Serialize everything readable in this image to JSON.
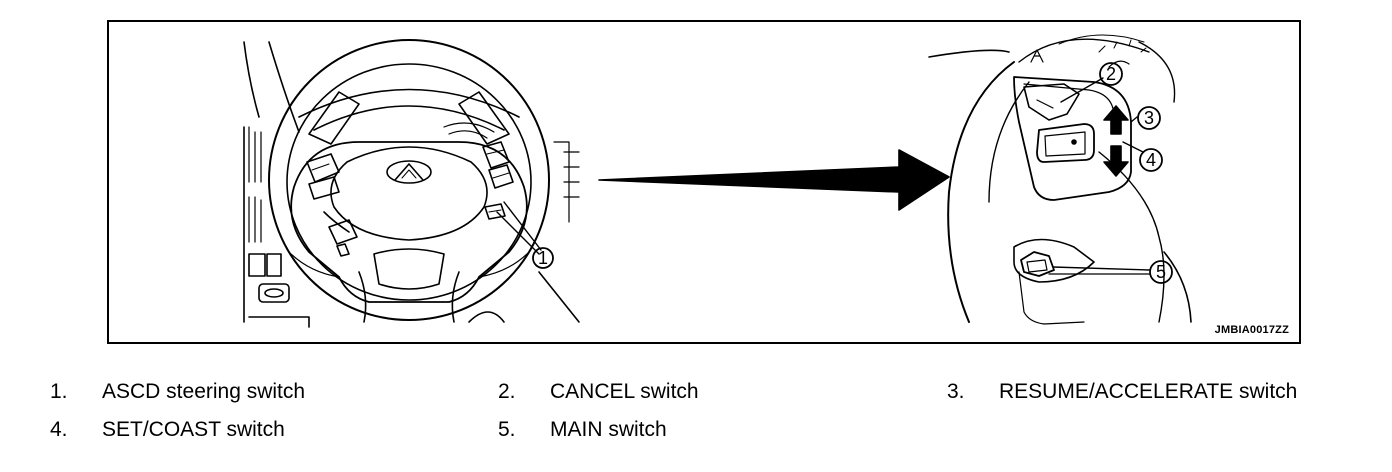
{
  "figure": {
    "id_label": "JMBIA0017ZZ",
    "callouts": [
      "1",
      "2",
      "3",
      "4",
      "5"
    ]
  },
  "legend": [
    {
      "number": "1.",
      "label": "ASCD steering switch"
    },
    {
      "number": "2.",
      "label": "CANCEL switch"
    },
    {
      "number": "3.",
      "label": "RESUME/ACCELERATE switch"
    },
    {
      "number": "4.",
      "label": "SET/COAST switch"
    },
    {
      "number": "5.",
      "label": "MAIN switch"
    }
  ],
  "colors": {
    "ink": "#000000",
    "background": "#ffffff"
  }
}
